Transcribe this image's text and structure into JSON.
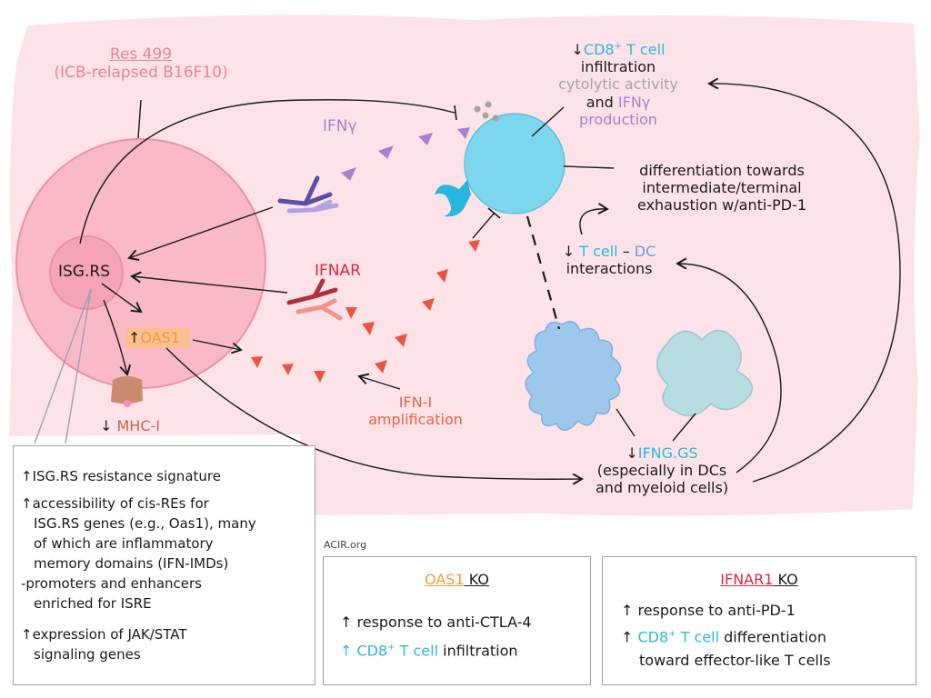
{
  "tumor_label": {
    "line1": "Res 499",
    "line2": "(ICB-relapsed B16F10)"
  },
  "isgrs_label": "ISG.RS",
  "oas1_up": {
    "arrow": "↑",
    "label": "OAS1"
  },
  "mhc": {
    "arrow": "↓",
    "label": "MHC-I"
  },
  "ifng_label": "IFNγ",
  "ifnar_label": "IFNAR",
  "ifn1_amp": {
    "line1": "IFN-I",
    "line2": "amplification"
  },
  "tcell_effects": {
    "arrow": "↓",
    "celltype": "CD8",
    "sup": "+",
    "celltype_rest": " T cell",
    "line2": "infiltration",
    "line3": "cytolytic activity",
    "line4_a": "and ",
    "line4_b": "IFNγ",
    "line5": "production"
  },
  "exhaustion": {
    "line1": "differentiation towards",
    "line2": "intermediate/terminal",
    "line3": "exhaustion w/anti-PD-1"
  },
  "interactions": {
    "arrow": "↓",
    "tcell": "T cell",
    "dash": " – ",
    "dc": "DC",
    "line2": "interactions"
  },
  "ifng_gs": {
    "arrow": "↓",
    "label": "IFNG.GS",
    "line2": "(especially in DCs",
    "line3": "and myeloid cells)"
  },
  "acir": "ACIR.org",
  "left_box": {
    "b1": "↑ISG.RS resistance signature",
    "b2a": "↑accessibility of cis-REs for",
    "b2b": "ISG.RS genes (e.g., Oas1), many",
    "b2c": "of which are inflammatory",
    "b2d": "memory domains (IFN-IMDs)",
    "b3a": "-promoters and enhancers",
    "b3b": "enriched for ISRE",
    "b4a": "↑expression of JAK/STAT",
    "b4b": "signaling genes"
  },
  "oas1_ko_box": {
    "title_a": "OAS1",
    "title_b": " KO",
    "l1": "↑ response to anti-CTLA-4",
    "l2_arrow": "↑ ",
    "l2_cell": "CD8",
    "l2_sup": "+",
    "l2_cell_rest": " T cell",
    "l2_rest": " infiltration"
  },
  "ifnar1_ko_box": {
    "title_a": "IFNAR1",
    "title_b": " KO",
    "l1": "↑ response to anti-PD-1",
    "l2_arrow": "↑ ",
    "l2_cell": "CD8",
    "l2_sup": "+",
    "l2_cell_rest": " T cell",
    "l2_rest": " differentiation",
    "l3": "toward effector-like T cells"
  },
  "colors": {
    "background": "#fde3e8",
    "tumor_cell": "#f9b9c7",
    "tcell": "#7bd6ee",
    "dc1": "#9ec7ec",
    "dc2": "#b7dde3",
    "ifng": "#a97fd0",
    "ifn1": "#ea5540"
  }
}
